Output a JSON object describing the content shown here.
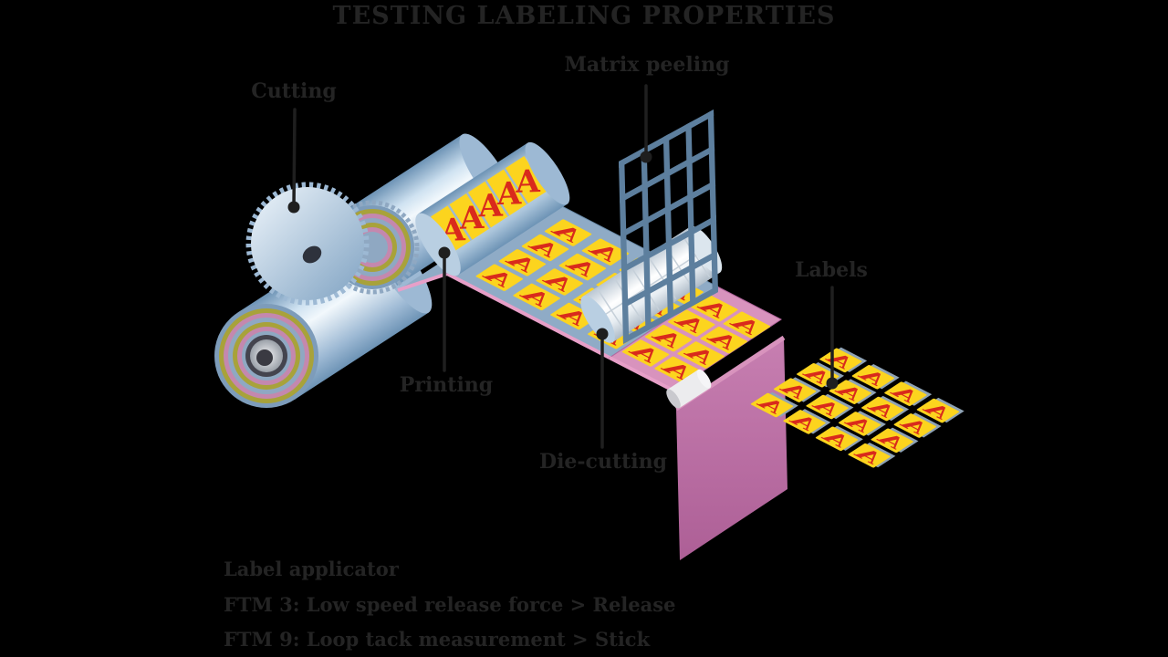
{
  "title": "TESTING LABELING PROPERTIES",
  "callouts": {
    "cutting": "Cutting",
    "matrix_peeling": "Matrix peeling",
    "printing": "Printing",
    "die_cutting": "Die-cutting",
    "labels": "Labels"
  },
  "footer": {
    "applicator": "Label applicator",
    "ftm3": "FTM 3: Low speed release force > Release",
    "ftm9": "FTM 9: Loop tack measurement > Stick"
  },
  "illustration": {
    "label_letter": "A",
    "colors": {
      "background": "#000000",
      "text": "#242424",
      "leader": "#1f1f1f",
      "web_blue": "#8fabc6",
      "web_edge_pink": "#e79fc8",
      "liner_pink": "#d893bd",
      "sheet_pink": "#b5679f",
      "label_yellow": "#fcd41e",
      "label_red": "#d92a1c",
      "tile_edge": "#8fa3b5",
      "matrix_blue": "#5d7f9e",
      "steel_light": "#eef5fb",
      "steel_mid": "#9db9d4",
      "steel_dark": "#6d93b5",
      "ring_olive": "#a8a23a",
      "ring_pink": "#c488ae",
      "ring_blue": "#8fa8c2"
    }
  }
}
